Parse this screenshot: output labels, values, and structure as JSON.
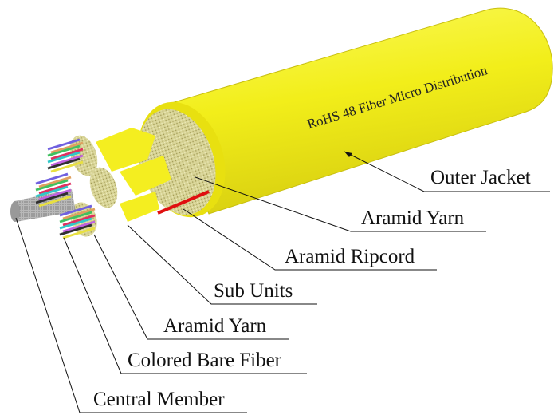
{
  "jacket_text": "RoHS 48 Fiber Micro Distribution",
  "labels": {
    "outer_jacket": "Outer Jacket",
    "aramid_yarn_outer": "Aramid Yarn",
    "aramid_ripcord": "Aramid Ripcord",
    "sub_units": "Sub Units",
    "aramid_yarn_inner": "Aramid Yarn",
    "colored_bare_fiber": "Colored Bare Fiber",
    "central_member": "Central Member"
  },
  "colors": {
    "jacket": "#f2f01e",
    "aramid": "#d6d08c",
    "ripcord": "#e01010",
    "central": "#a0a0a0",
    "fibers": [
      "#7060e0",
      "#e0a060",
      "#40c060",
      "#e03060",
      "#30c8c8",
      "#c060e0",
      "#303030",
      "#e8e040"
    ]
  }
}
